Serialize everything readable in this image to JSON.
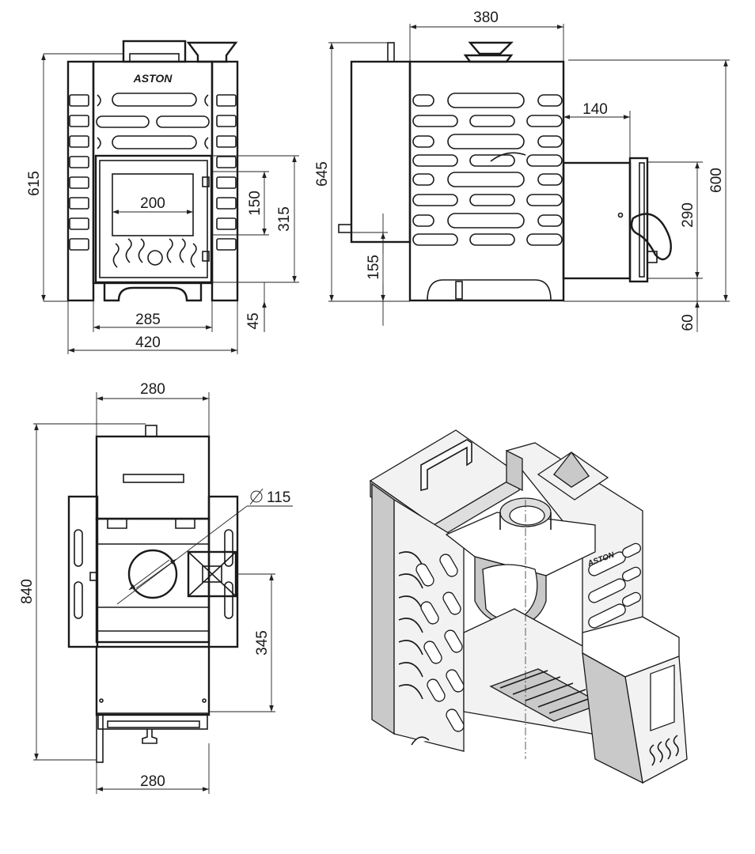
{
  "brand": "ASTON",
  "front_view": {
    "dims": {
      "height": "615",
      "glass_width": "200",
      "door_height": "150",
      "opening_height": "315",
      "door_width": "285",
      "total_width": "420",
      "base_offset": "45"
    }
  },
  "side_view": {
    "dims": {
      "depth": "380",
      "tunnel": "140",
      "height": "645",
      "pipe_height": "155",
      "tunnel_total": "600",
      "tunnel_height": "290",
      "tunnel_base": "60"
    }
  },
  "top_view": {
    "dims": {
      "top_width": "280",
      "pipe_diameter": "115",
      "total_length": "840",
      "pipe_offset": "345",
      "bottom_width": "280"
    }
  }
}
